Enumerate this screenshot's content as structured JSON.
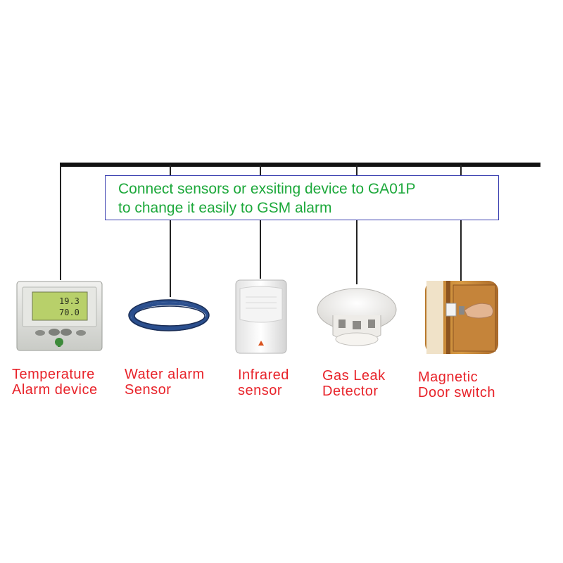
{
  "callout": {
    "line1": "Connect sensors or exsiting device to GA01P",
    "line2": "to change it easily to GSM alarm"
  },
  "devices": [
    {
      "icon": "thermostat-icon",
      "line1": "Temperature",
      "line2": "Alarm device"
    },
    {
      "icon": "cable-coil-icon",
      "line1": "Water alarm",
      "line2": "Sensor"
    },
    {
      "icon": "pir-sensor-icon",
      "line1": "Infrared",
      "line2": "sensor"
    },
    {
      "icon": "smoke-detector-icon",
      "line1": "Gas Leak",
      "line2": "Detector"
    },
    {
      "icon": "door-switch-icon",
      "line1": "Magnetic",
      "line2": "Door switch"
    }
  ],
  "thermostat_display": {
    "top": "19.3",
    "bottom": "70.0"
  },
  "colors": {
    "label": "#e8232a",
    "callout_text": "#1ca83a",
    "callout_border": "#3a3fb0",
    "bus": "#111111"
  }
}
